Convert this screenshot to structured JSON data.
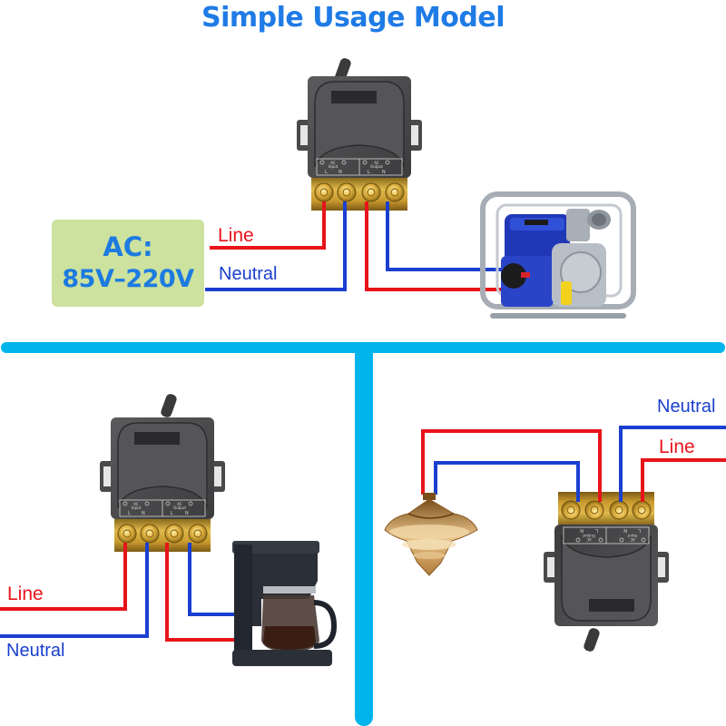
{
  "title": "Simple Usage Model",
  "colors": {
    "title": "#1f7be6",
    "divider": "#00b4ec",
    "line_wire": "#e8141b",
    "neutral_wire": "#1a3fd0",
    "ac_box_bg": "#cde29e"
  },
  "power_source": {
    "line1": "AC:",
    "line2": "85V–220V"
  },
  "panels": {
    "top": {
      "device": "water-pump",
      "labels": {
        "line": "Line",
        "neutral": "Neutral"
      }
    },
    "bottom_left": {
      "device": "coffee-maker",
      "labels": {
        "line": "Line",
        "neutral": "Neutral"
      }
    },
    "bottom_right": {
      "device": "chandelier",
      "labels": {
        "line": "Line",
        "neutral": "Neutral"
      }
    }
  },
  "relay_module": {
    "input_label": "AC Input",
    "output_label": "AC Output",
    "terminal_l": "L",
    "terminal_n": "N"
  }
}
